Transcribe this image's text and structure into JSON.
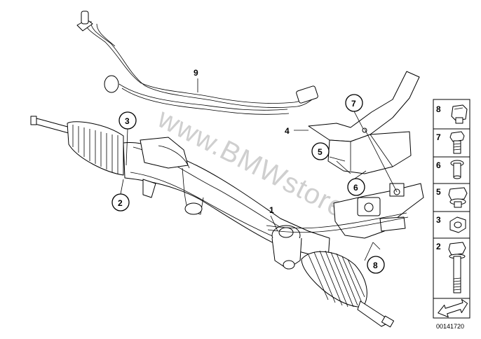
{
  "watermark": "www.BMWstore.pl",
  "callouts": [
    {
      "id": "c9",
      "label": "9"
    },
    {
      "id": "c3",
      "label": "3"
    },
    {
      "id": "c2",
      "label": "2"
    },
    {
      "id": "c7",
      "label": "7"
    },
    {
      "id": "c5",
      "label": "5"
    },
    {
      "id": "c6",
      "label": "6"
    },
    {
      "id": "c8",
      "label": "8"
    }
  ],
  "plain_labels": {
    "part1": "1",
    "part4": "4"
  },
  "legend": [
    {
      "label": "8",
      "icon": "cap-nut-icon"
    },
    {
      "label": "7",
      "icon": "bolt-icon"
    },
    {
      "label": "6",
      "icon": "pin-bolt-icon"
    },
    {
      "label": "5",
      "icon": "collar-nut-icon"
    },
    {
      "label": "3",
      "icon": "hex-nut-icon"
    },
    {
      "label": "2",
      "icon": "long-bolt-icon"
    }
  ],
  "diagram_id": "00141720"
}
